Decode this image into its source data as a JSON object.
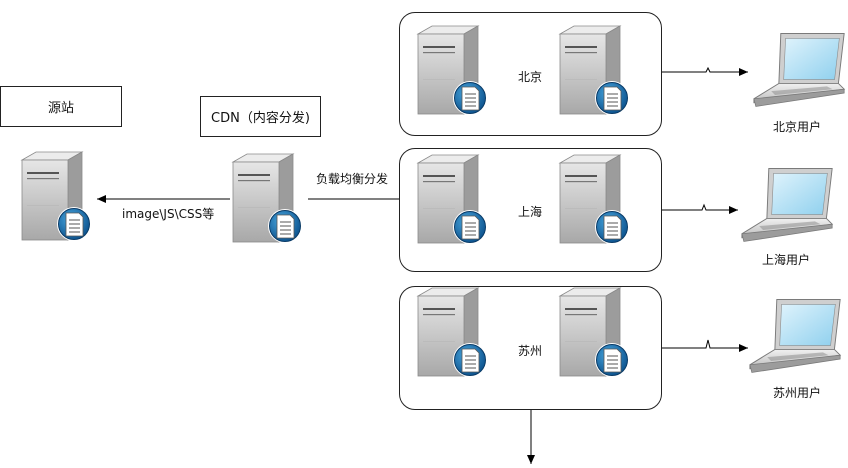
{
  "origin": {
    "label": "源站"
  },
  "cdn": {
    "label": "CDN（内容分发)"
  },
  "edges": {
    "resources": "image\\JS\\CSS等",
    "load_balance": "负载均衡分发"
  },
  "regions": [
    {
      "name": "北京",
      "user": "北京用户"
    },
    {
      "name": "上海",
      "user": "上海用户"
    },
    {
      "name": "苏州",
      "user": "苏州用户"
    }
  ]
}
